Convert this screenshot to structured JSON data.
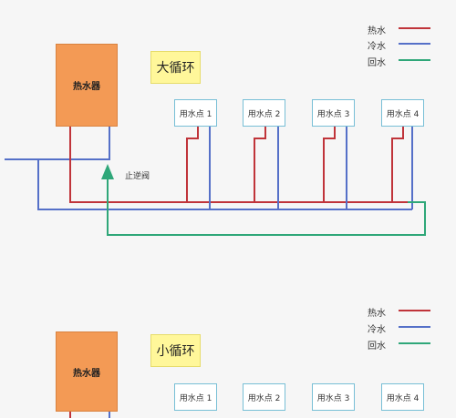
{
  "colors": {
    "hot": "#c0343a",
    "cold": "#5570c8",
    "return": "#2fa779",
    "heater": "#f39a55",
    "title_bg": "#fff79a",
    "point_border": "#78bfd6"
  },
  "legend": {
    "hot": "热水",
    "cold": "冷水",
    "return": "回水"
  },
  "heater_label": "热水器",
  "points": [
    "用水点 1",
    "用水点 2",
    "用水点 3",
    "用水点 4"
  ],
  "top": {
    "title": "大循环",
    "valve_label": "止逆阀"
  },
  "bottom": {
    "title": "小循环"
  }
}
